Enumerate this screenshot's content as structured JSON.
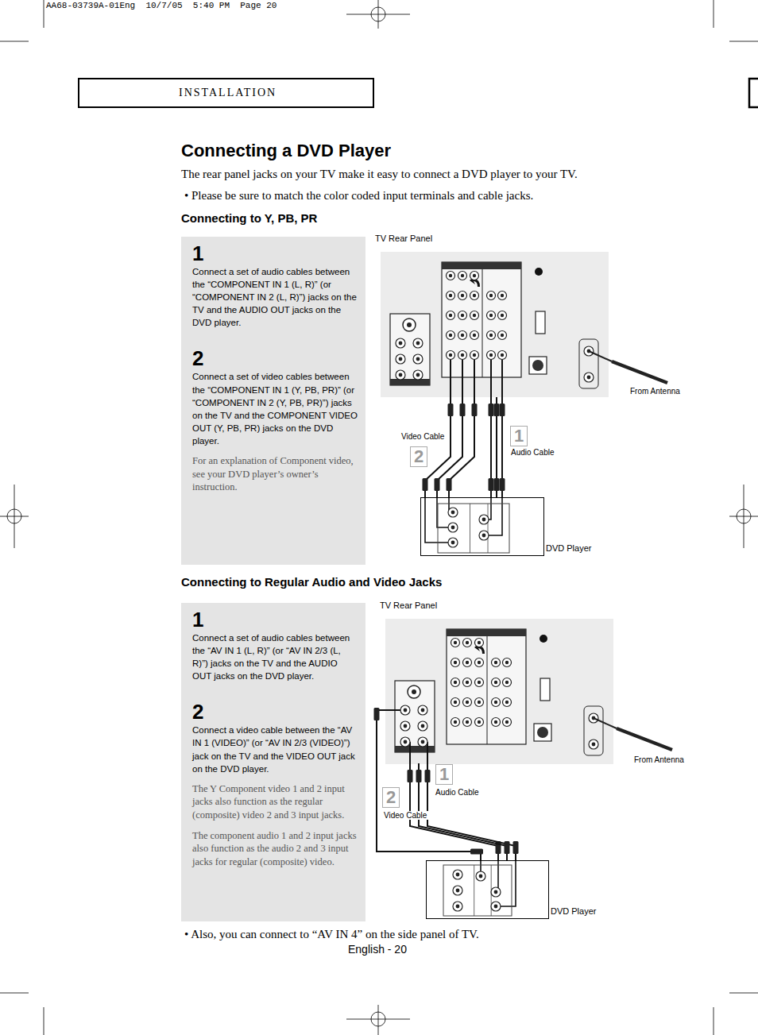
{
  "diagram": {
    "title": "Connecting a DVD Player",
    "nodes": [
      {
        "text": [
          "INSTALLATION"
        ]
      },
      {
        "text": [
          "1",
          "Connect a set of audio cables between the “COMPONENT IN 1 (L, R)” (or “COMPONENT IN 2 (L, R)”) jacks on the TV and the AUDIO OUT jacks on the DVD player.",
          "2",
          "Connect a set of video cables between the “COMPONENT IN 1 (Y, PB, PR)” (or “COMPONENT IN 2 (Y, PB, PR)”) jacks on the TV and the COMPONENT VIDEO OUT (Y, PB, PR) jacks on the DVD player.",
          "For an explanation of Component video, see your DVD player’s owner’s instruction."
        ]
      },
      {
        "text": [
          "TV Rear Panel"
        ]
      },
      {
        "text": [
          "DVD Player"
        ]
      },
      {
        "text": [
          "1",
          "Connect a set of audio cables between the “AV IN 1 (L, R)” (or “AV IN 2/3 (L, R)”) jacks on the TV and the AUDIO OUT jacks on the DVD player.",
          "2",
          "Connect a video cable between the “AV IN 1 (VIDEO)” (or “AV IN 2/3 (VIDEO)”) jack on the TV and the VIDEO OUT jack on the DVD player.",
          "The Y Component video 1 and 2 input jacks also function as the regular (composite) video 2 and 3 input jacks.",
          "The component audio 1 and 2 input jacks also function as the audio 2 and 3 input jacks for regular (composite) video."
        ]
      },
      {
        "text": [
          "TV Rear Panel"
        ]
      },
      {
        "text": [
          "DVD Player"
        ]
      }
    ],
    "edges": [
      {
        "from": 2,
        "to": 3,
        "label": "Video Cable",
        "arrow": "none"
      },
      {
        "from": 2,
        "to": 3,
        "label": "Audio Cable",
        "arrow": "none"
      },
      {
        "from": 5,
        "to": 6,
        "label": "Audio Cable",
        "arrow": "none"
      },
      {
        "from": 5,
        "to": 6,
        "label": "Video Cable",
        "arrow": "none"
      }
    ],
    "labels": [
      "AA68-03739A-01Eng  10/7/05  5:40 PM  Page 20",
      "The rear panel jacks on your TV make it easy to connect a DVD player to your TV.",
      "• Please be sure to match the color coded input terminals and cable jacks.",
      "Connecting to Y, PB, PR",
      "1",
      "2",
      "From Antenna",
      "Connecting to Regular Audio and Video Jacks",
      "1",
      "2",
      "From Antenna",
      "• Also, you can connect to “AV IN 4” on the side panel of TV.",
      "English - 20"
    ]
  }
}
